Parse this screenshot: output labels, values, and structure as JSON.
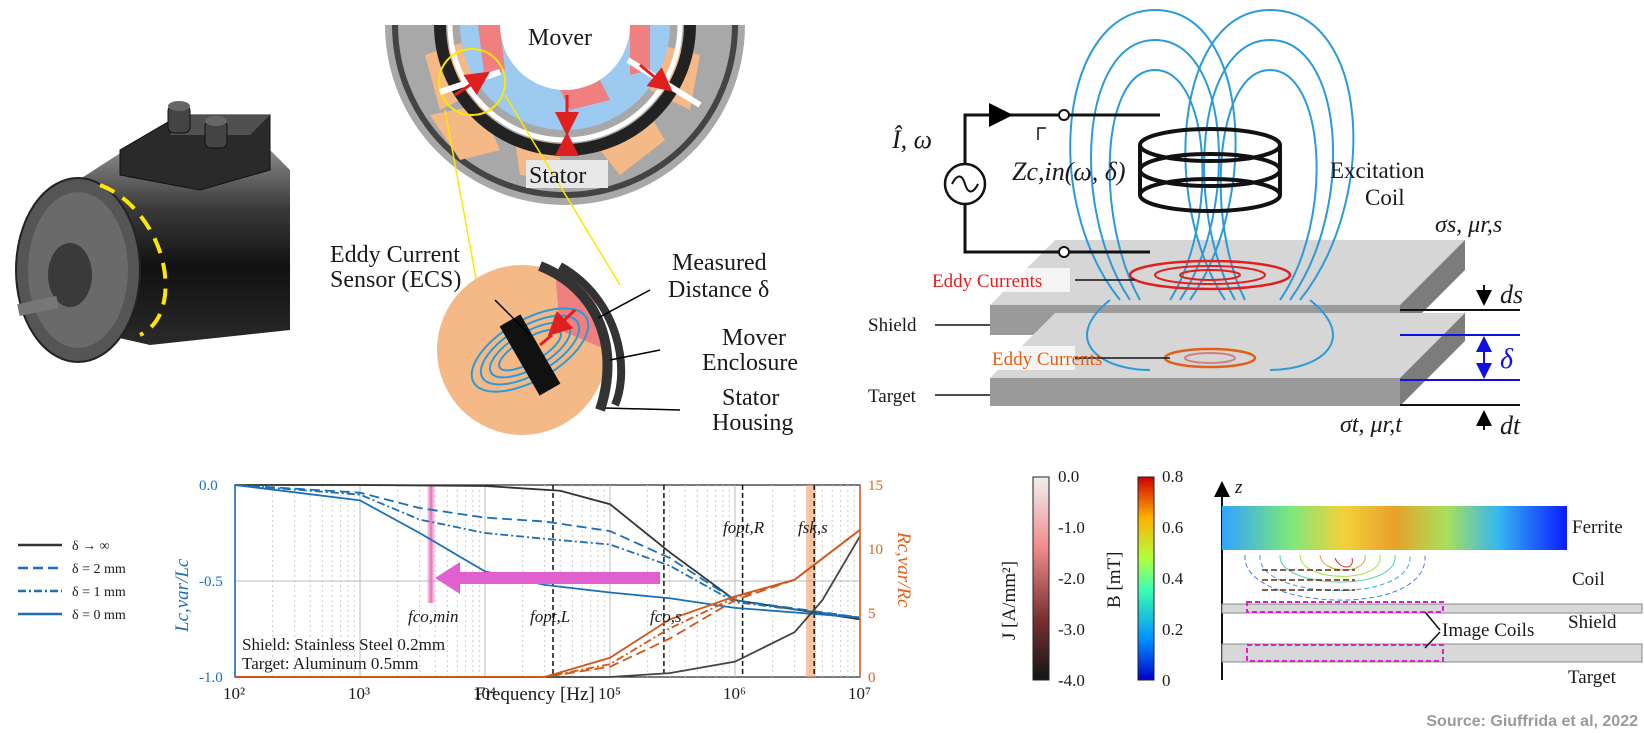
{
  "motor": {
    "mover_label": "Mover",
    "stator_label": "Stator",
    "ecs_label_1": "Eddy Current",
    "ecs_label_2": "Sensor (ECS)",
    "measured_1": "Measured",
    "measured_2": "Distance δ",
    "mover_encl_1": "Mover",
    "mover_encl_2": "Enclosure",
    "stator_housing_1": "Stator",
    "stator_housing_2": "Housing"
  },
  "circuit": {
    "source_label": "Î, ω",
    "impedance_label": "Zc,in(ω, δ)",
    "excitation_1": "Excitation",
    "excitation_2": "Coil",
    "sigma_s": "σs, μr,s",
    "sigma_t": "σt, μr,t",
    "d_s": "ds",
    "d_t": "dt",
    "delta": "δ",
    "eddy_1": "Eddy Currents",
    "eddy_2": "Eddy Currents",
    "shield": "Shield",
    "target": "Target"
  },
  "plot": {
    "xlabel": "Frequency [Hz]",
    "ylabel_left": "Lc,var/Lc",
    "ylabel_right": "Rc,var/Rc",
    "x_ticks": [
      "10²",
      "10³",
      "10⁴",
      "10⁵",
      "10⁶",
      "10⁷"
    ],
    "y_left_ticks": [
      "0.0",
      "-0.5",
      "-1.0"
    ],
    "y_right_ticks": [
      "15",
      "10",
      "5",
      "0"
    ],
    "legend": [
      "δ → ∞",
      "δ = 2 mm",
      "δ = 1 mm",
      "δ = 0 mm"
    ],
    "annotations": {
      "fco_min": "fco,min",
      "fopt_L": "fopt,L",
      "fco_s": "fco,s",
      "fopt_R": "fopt,R",
      "fsk_s": "fsk,s"
    },
    "shield_text": "Shield:  Stainless Steel 0.2mm",
    "target_text": "Target:  Aluminum 0.5mm"
  },
  "chart_data": {
    "type": "line",
    "xscale": "log",
    "xlim": [
      100,
      10000000
    ],
    "ylim_left": [
      -1.0,
      0.0
    ],
    "ylim_right": [
      0,
      15
    ],
    "xlabel": "Frequency [Hz]",
    "ylabel": "Lc,var/Lc",
    "ylabel_right": "Rc,var/Rc",
    "series": [
      {
        "name": "δ → ∞",
        "axis": "left",
        "x": [
          100,
          1000,
          10000,
          40000,
          100000,
          300000,
          1000000,
          10000000
        ],
        "values": [
          0,
          0,
          -0.005,
          -0.03,
          -0.1,
          -0.35,
          -0.6,
          -0.7
        ]
      },
      {
        "name": "δ = 2 mm",
        "axis": "left",
        "x": [
          100,
          1000,
          3000,
          10000,
          30000,
          100000,
          300000,
          1000000,
          10000000
        ],
        "values": [
          0,
          -0.04,
          -0.12,
          -0.17,
          -0.19,
          -0.24,
          -0.38,
          -0.6,
          -0.69
        ]
      },
      {
        "name": "δ = 1 mm",
        "axis": "left",
        "x": [
          100,
          1000,
          3000,
          10000,
          30000,
          100000,
          300000,
          1000000,
          10000000
        ],
        "values": [
          0,
          -0.05,
          -0.18,
          -0.25,
          -0.28,
          -0.31,
          -0.42,
          -0.61,
          -0.69
        ]
      },
      {
        "name": "δ = 0 mm",
        "axis": "left",
        "x": [
          100,
          1000,
          3000,
          10000,
          30000,
          100000,
          300000,
          1000000,
          10000000
        ],
        "values": [
          0,
          -0.08,
          -0.25,
          -0.45,
          -0.52,
          -0.56,
          -0.59,
          -0.64,
          -0.69
        ]
      },
      {
        "name": "δ → ∞",
        "axis": "right",
        "x": [
          100,
          100000,
          300000,
          1000000,
          3000000,
          5000000,
          10000000
        ],
        "values": [
          0,
          0,
          0.3,
          1.2,
          3.5,
          6.0,
          11.0
        ]
      },
      {
        "name": "δ = 2 mm",
        "axis": "right",
        "x": [
          100,
          30000,
          100000,
          300000,
          1000000,
          3000000,
          10000000
        ],
        "values": [
          0,
          0,
          0.8,
          3.0,
          6.0,
          7.6,
          11.5
        ]
      },
      {
        "name": "δ = 1 mm",
        "axis": "right",
        "x": [
          100,
          30000,
          100000,
          300000,
          1000000,
          3000000,
          10000000
        ],
        "values": [
          0,
          0,
          1.0,
          3.8,
          6.2,
          7.6,
          11.5
        ]
      },
      {
        "name": "δ = 0 mm",
        "axis": "right",
        "x": [
          100,
          30000,
          100000,
          300000,
          1000000,
          3000000,
          10000000
        ],
        "values": [
          0,
          0,
          1.5,
          4.5,
          6.3,
          7.6,
          11.5
        ]
      }
    ],
    "markers": {
      "fco_min": 4000,
      "fopt_L": 35000,
      "fco_s": 270000,
      "fopt_R": 1150000,
      "fsk_s": 4300000
    }
  },
  "field": {
    "z_label": "z",
    "J_label": "J [A/mm²]",
    "J_ticks": [
      "0.0",
      "-1.0",
      "-2.0",
      "-3.0",
      "-4.0"
    ],
    "B_label": "B [mT]",
    "B_ticks": [
      "0.8",
      "0.6",
      "0.4",
      "0.2",
      "0"
    ],
    "ferrite": "Ferrite",
    "coil": "Coil",
    "shield": "Shield",
    "target": "Target",
    "image_coils": "Image Coils"
  },
  "source": "Source: Giuffrida et al, 2022"
}
